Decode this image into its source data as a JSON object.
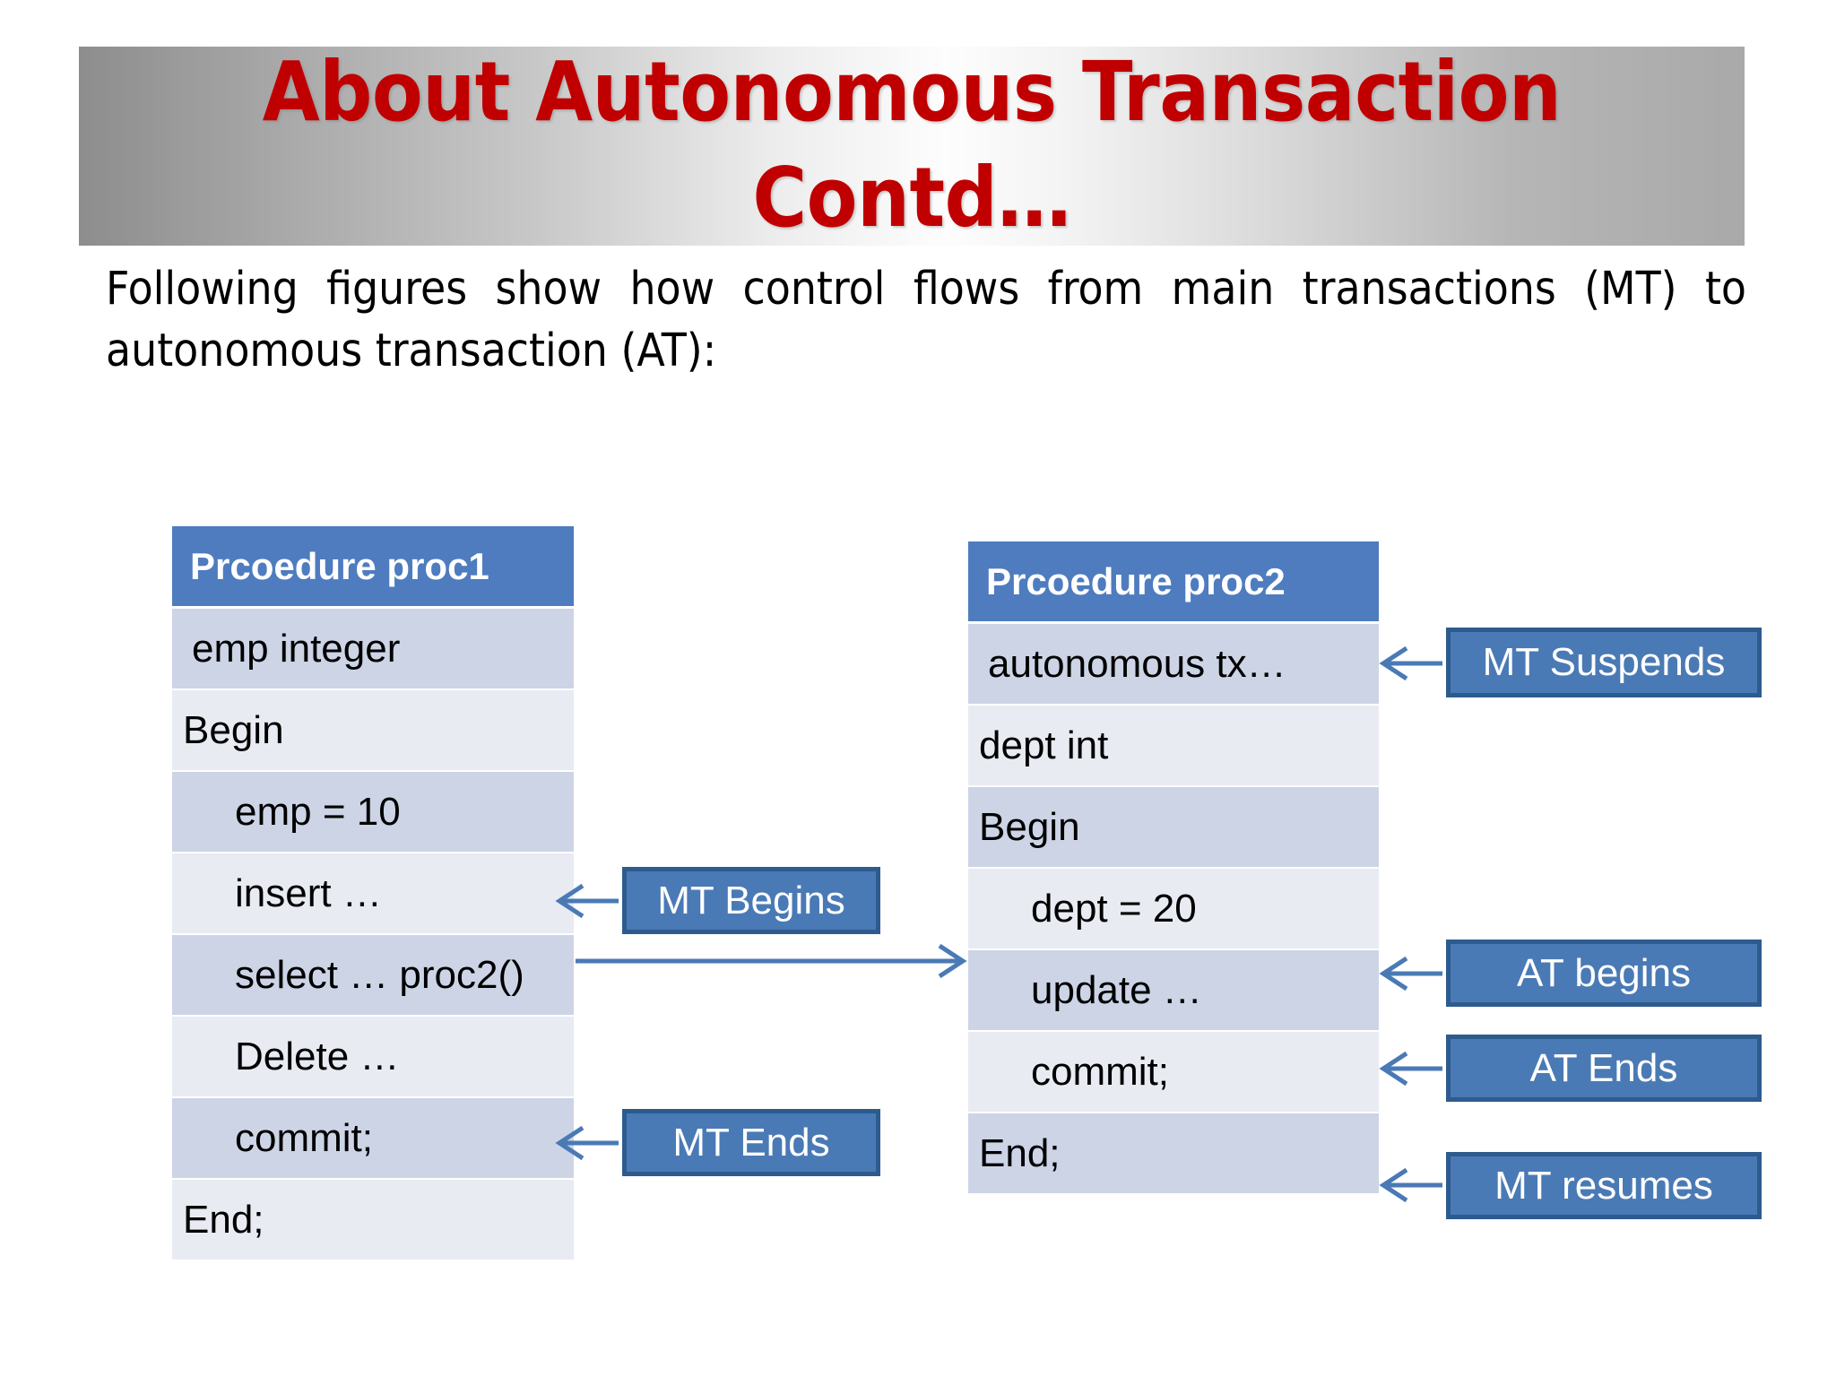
{
  "slide": {
    "title": "About Autonomous Transaction\nContd…",
    "title_color": "#c00000",
    "body_paragraph": "Following figures show how control flows from main transactions (MT) to autonomous transaction (AT):",
    "accent_header_color": "#4e7cbf",
    "callout_fill_color": "#4a7ab5",
    "callout_border_color": "#2e5b8e",
    "arrow_color": "#4a7ab5",
    "row_dark_color": "#ccd4e6",
    "row_light_color": "#e9ebf3"
  },
  "proc1": {
    "header": "Prcoedure proc1",
    "rows": [
      {
        "text": "emp integer",
        "shade": "dark",
        "indent": 1
      },
      {
        "text": "Begin",
        "shade": "light",
        "indent": 0
      },
      {
        "text": "emp = 10",
        "shade": "dark",
        "indent": 2
      },
      {
        "text": "insert …",
        "shade": "light",
        "indent": 2
      },
      {
        "text": "select … proc2()",
        "shade": "dark",
        "indent": 2
      },
      {
        "text": "Delete …",
        "shade": "light",
        "indent": 2
      },
      {
        "text": "commit;",
        "shade": "dark",
        "indent": 2
      },
      {
        "text": "End;",
        "shade": "light",
        "indent": 0
      }
    ]
  },
  "proc2": {
    "header": "Prcoedure proc2",
    "rows": [
      {
        "text": "autonomous tx…",
        "shade": "dark",
        "indent": 1
      },
      {
        "text": "dept int",
        "shade": "light",
        "indent": 0
      },
      {
        "text": "Begin",
        "shade": "dark",
        "indent": 0
      },
      {
        "text": "dept = 20",
        "shade": "light",
        "indent": 2
      },
      {
        "text": "update …",
        "shade": "dark",
        "indent": 2
      },
      {
        "text": "commit;",
        "shade": "light",
        "indent": 2
      },
      {
        "text": "End;",
        "shade": "dark",
        "indent": 0
      }
    ]
  },
  "callouts": {
    "mt_begins": "MT Begins",
    "mt_ends": "MT Ends",
    "mt_suspends": "MT Suspends",
    "at_begins": "AT begins",
    "at_ends": "AT Ends",
    "mt_resumes": "MT resumes"
  }
}
